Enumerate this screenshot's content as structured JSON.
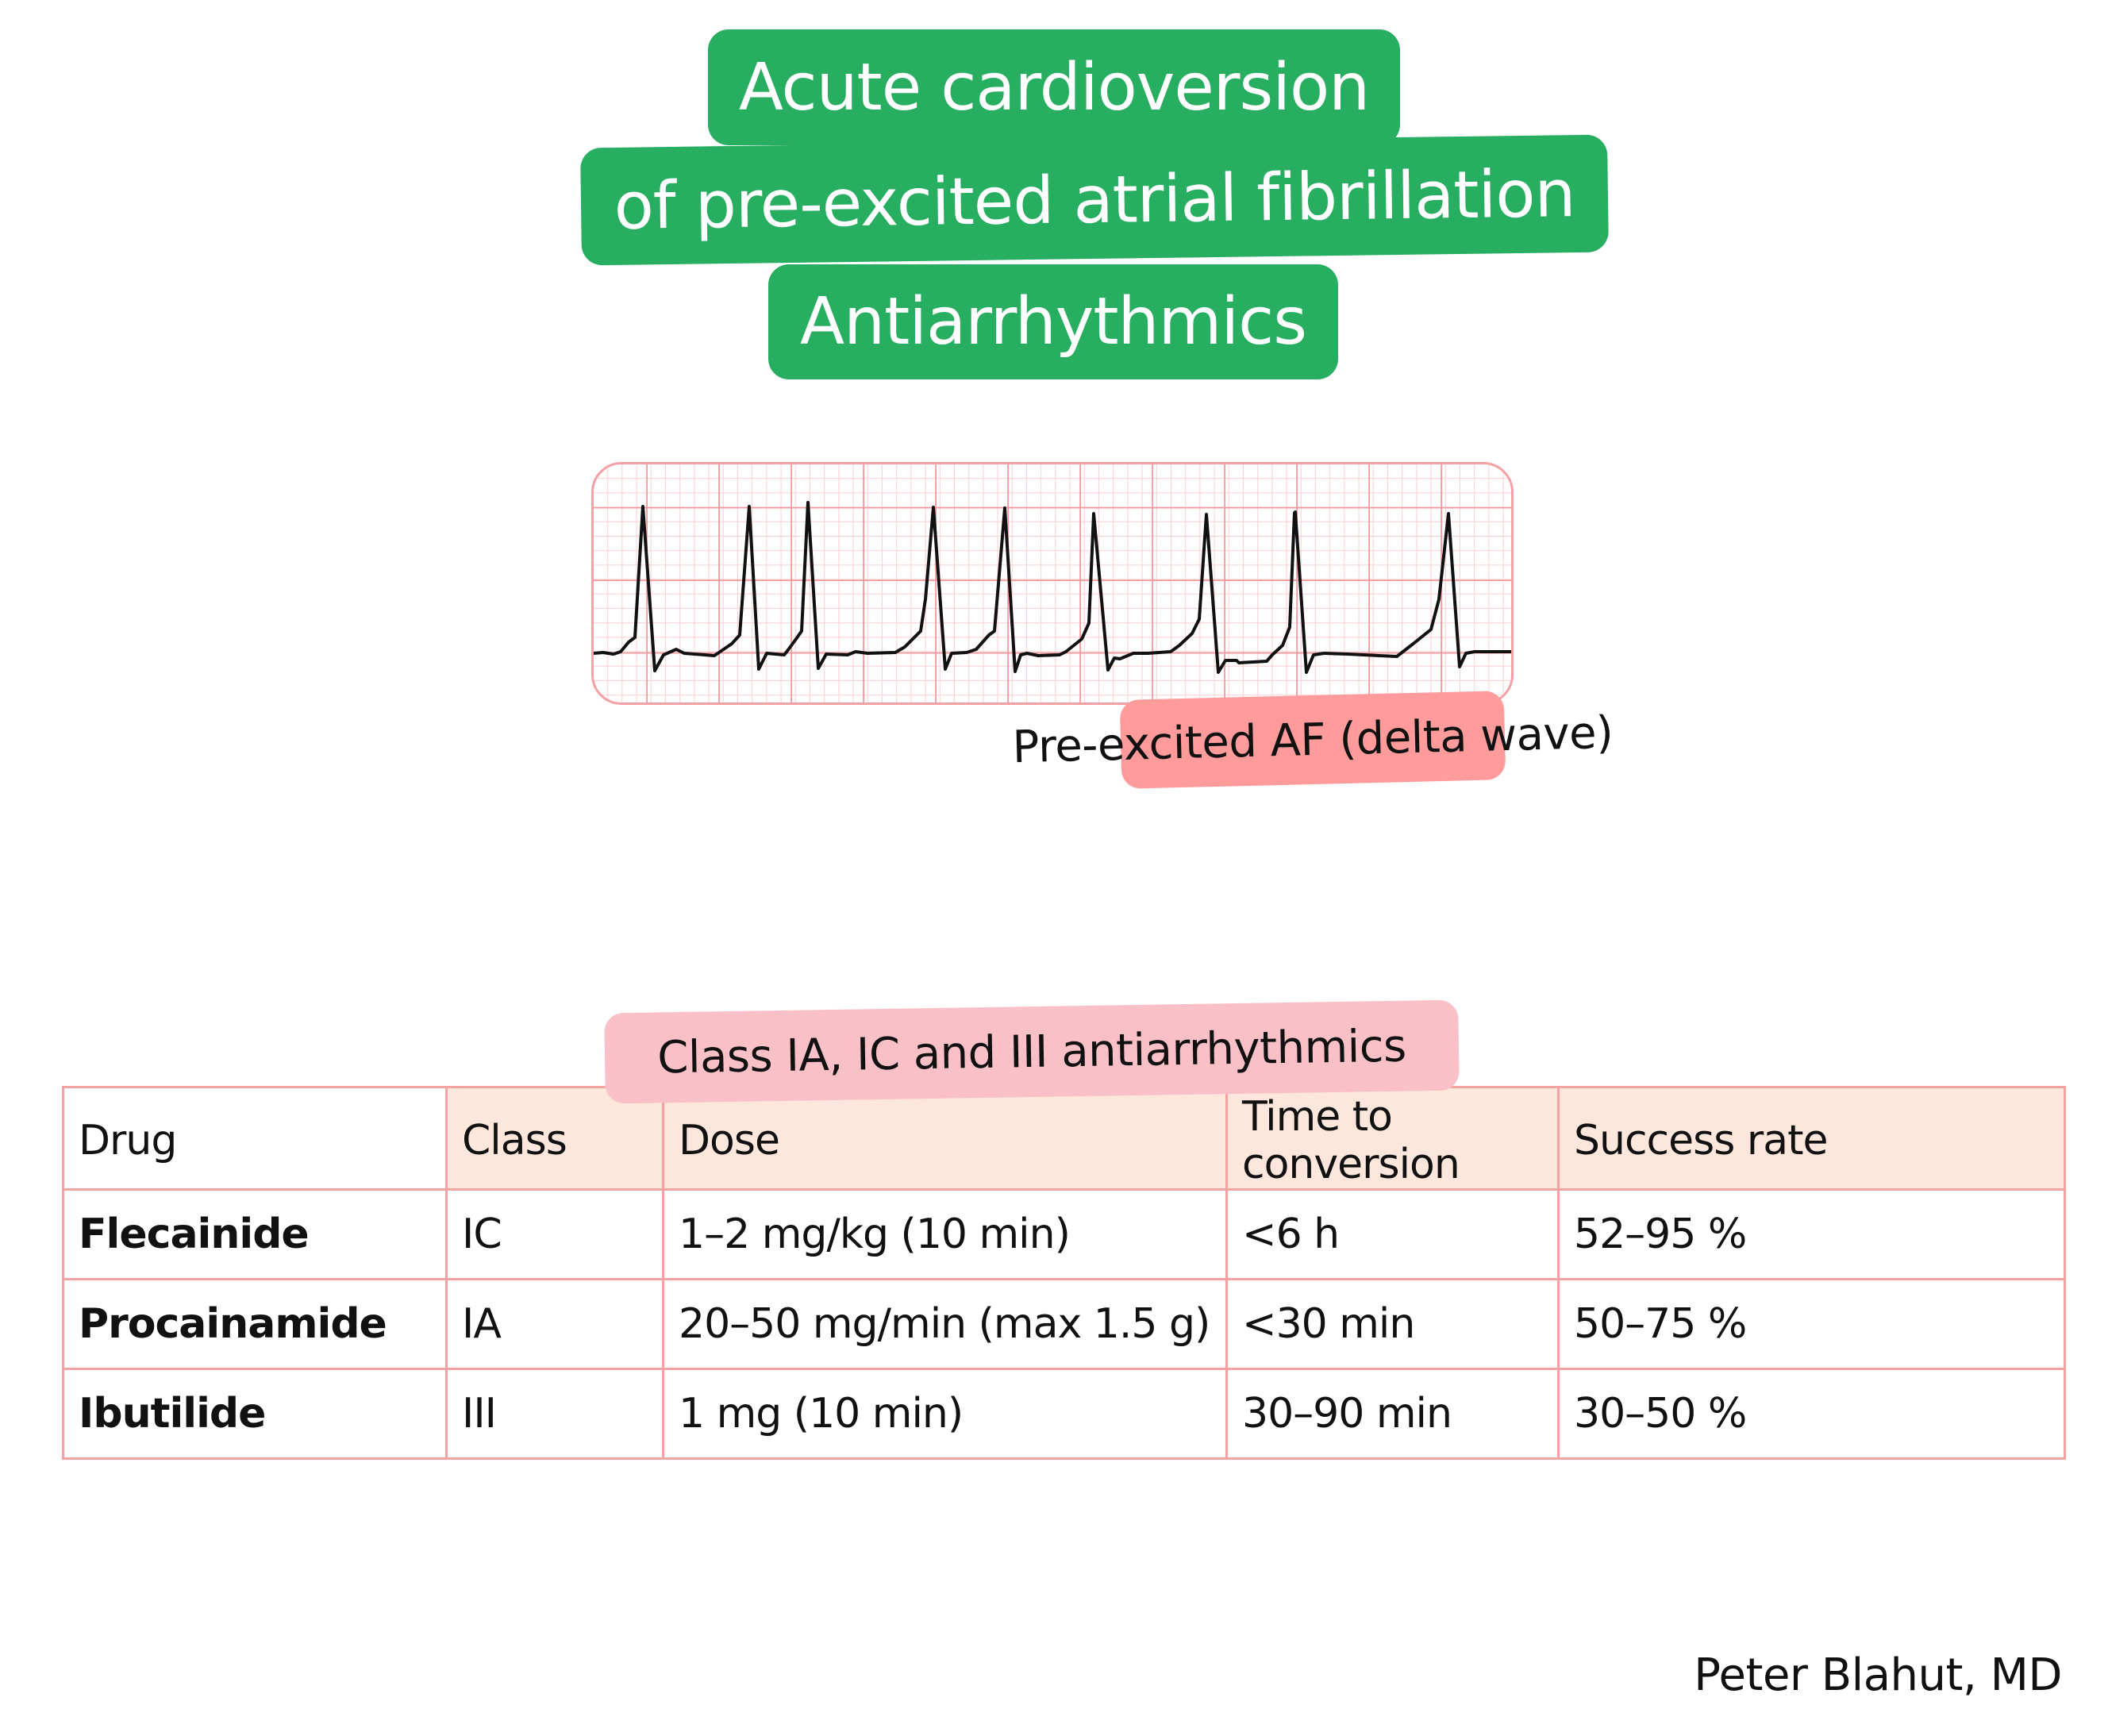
{
  "title": {
    "line1": "Acute cardioversion",
    "line2": "of pre-excited atrial fibrillation",
    "line3": "Antiarrhythmics"
  },
  "ecg": {
    "label": "Pre-excited AF (delta wave)",
    "colors": {
      "grid_minor": "#fcd6d8",
      "grid_major": "#f39aa0",
      "trace": "#111111"
    }
  },
  "table": {
    "caption": "Class IA, IC and III antiarrhythmics",
    "headers": [
      "Drug",
      "Class",
      "Dose",
      "Time to conversion",
      "Success rate"
    ],
    "rows": [
      {
        "drug": "Flecainide",
        "class": "IC",
        "dose": "1–2 mg/kg (10 min)",
        "time": "<6 h",
        "success": "52–95 %"
      },
      {
        "drug": "Procainamide",
        "class": "IA",
        "dose": "20–50 mg/min (max 1.5 g)",
        "time": "<30 min",
        "success": "50–75 %"
      },
      {
        "drug": "Ibutilide",
        "class": "III",
        "dose": "1 mg (10 min)",
        "time": "30–90 min",
        "success": "30–50 %"
      }
    ],
    "colors": {
      "header_bg": "#fde7dc",
      "border": "#f6a2a2"
    }
  },
  "colors": {
    "title_bg": "#28ae61",
    "ecg_label_bg": "#ff9b9b",
    "caption_bg": "#f9c1c7"
  },
  "author": "Peter Blahut, MD"
}
